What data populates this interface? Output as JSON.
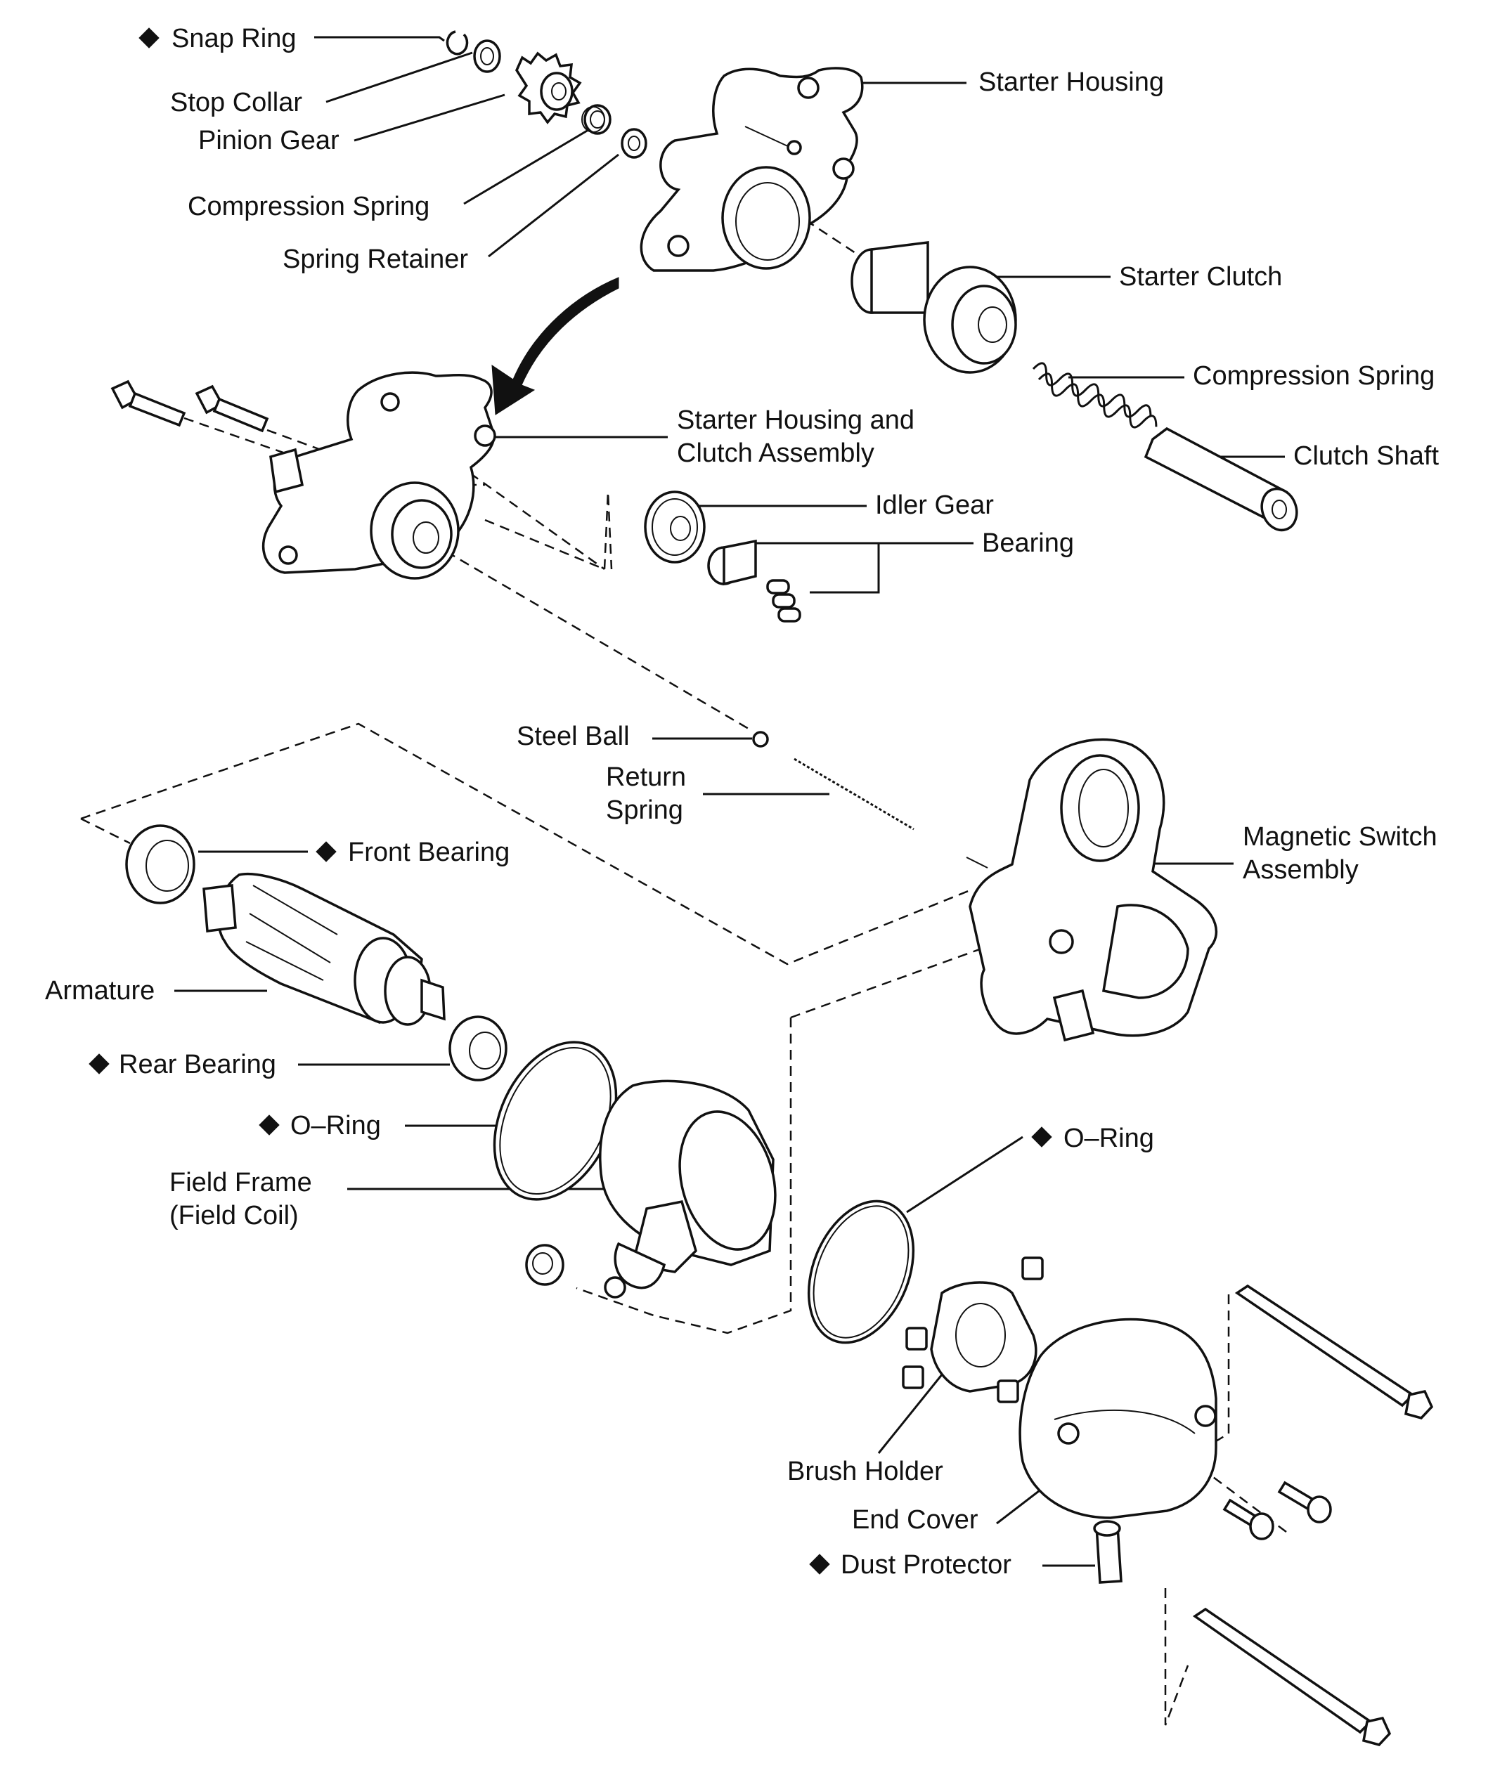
{
  "labels": {
    "snap_ring": "Snap Ring",
    "stop_collar": "Stop Collar",
    "pinion_gear": "Pinion Gear",
    "compression_spring_top": "Compression Spring",
    "spring_retainer": "Spring Retainer",
    "starter_housing": "Starter Housing",
    "starter_clutch": "Starter Clutch",
    "compression_spring_right": "Compression Spring",
    "clutch_shaft": "Clutch Shaft",
    "starter_housing_clutch_1": "Starter Housing and",
    "starter_housing_clutch_2": "Clutch Assembly",
    "idler_gear": "Idler Gear",
    "bearing": "Bearing",
    "steel_ball": "Steel Ball",
    "return_spring_1": "Return",
    "return_spring_2": "Spring",
    "magnetic_switch_1": "Magnetic Switch",
    "magnetic_switch_2": "Assembly",
    "front_bearing": "Front Bearing",
    "armature": "Armature",
    "rear_bearing": "Rear Bearing",
    "o_ring_left": "O–Ring",
    "field_frame_1": "Field Frame",
    "field_frame_2": "(Field Coil)",
    "o_ring_right": "O–Ring",
    "brush_holder": "Brush Holder",
    "end_cover": "End Cover",
    "dust_protector": "Dust Protector"
  },
  "icons": {
    "marker": "diamond-icon",
    "assembly_arrow": "curved-arrow-icon"
  },
  "colors": {
    "ink": "#111111",
    "background": "#ffffff"
  }
}
